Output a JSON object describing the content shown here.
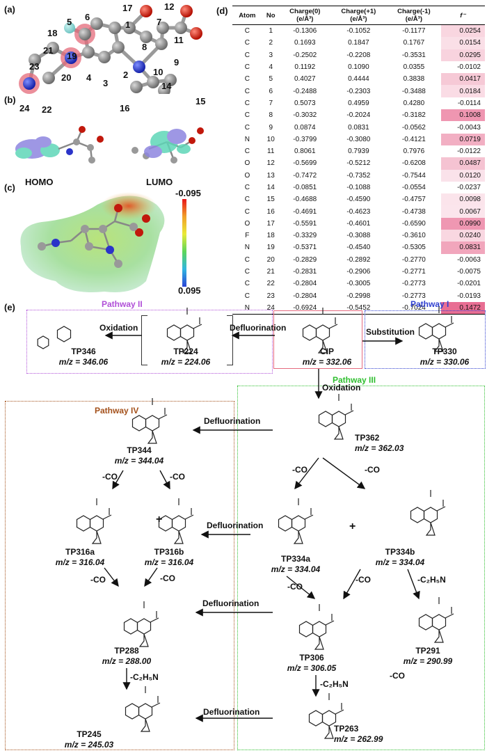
{
  "panels": {
    "a": "(a)",
    "b": "(b)",
    "c": "(c)",
    "d": "(d)",
    "e": "(e)"
  },
  "panel_a": {
    "atom_numbers": [
      "17",
      "12",
      "5",
      "1",
      "7",
      "6",
      "18",
      "8",
      "11",
      "9",
      "21",
      "19",
      "10",
      "4",
      "2",
      "23",
      "3",
      "20",
      "14",
      "15",
      "24",
      "22",
      "16"
    ]
  },
  "panel_b": {
    "homo": "HOMO",
    "lumo": "LUMO"
  },
  "panel_c": {
    "max": "-0.095",
    "min": "0.095"
  },
  "table": {
    "headers": [
      "Atom",
      "No",
      "Charge(0)\n(e/Å³)",
      "Charge(+1)\n(e/Å³)",
      "Charge(-1)\n(e/Å³)",
      "f⁻"
    ],
    "rows": [
      [
        "C",
        "1",
        "-0.1306",
        "-0.1052",
        "-0.1177",
        "0.0254"
      ],
      [
        "C",
        "2",
        "0.1693",
        "0.1847",
        "0.1767",
        "0.0154"
      ],
      [
        "C",
        "3",
        "-0.2502",
        "-0.2208",
        "-0.3531",
        "0.0295"
      ],
      [
        "C",
        "4",
        "0.1192",
        "0.1090",
        "0.0355",
        "-0.0102"
      ],
      [
        "C",
        "5",
        "0.4027",
        "0.4444",
        "0.3838",
        "0.0417"
      ],
      [
        "C",
        "6",
        "-0.2488",
        "-0.2303",
        "-0.3488",
        "0.0184"
      ],
      [
        "C",
        "7",
        "0.5073",
        "0.4959",
        "0.4280",
        "-0.0114"
      ],
      [
        "C",
        "8",
        "-0.3032",
        "-0.2024",
        "-0.3182",
        "0.1008"
      ],
      [
        "C",
        "9",
        "0.0874",
        "0.0831",
        "-0.0562",
        "-0.0043"
      ],
      [
        "N",
        "10",
        "-0.3799",
        "-0.3080",
        "-0.4121",
        "0.0719"
      ],
      [
        "C",
        "11",
        "0.8061",
        "0.7939",
        "0.7976",
        "-0.0122"
      ],
      [
        "O",
        "12",
        "-0.5699",
        "-0.5212",
        "-0.6208",
        "0.0487"
      ],
      [
        "O",
        "13",
        "-0.7472",
        "-0.7352",
        "-0.7544",
        "0.0120"
      ],
      [
        "C",
        "14",
        "-0.0851",
        "-0.1088",
        "-0.0554",
        "-0.0237"
      ],
      [
        "C",
        "15",
        "-0.4688",
        "-0.4590",
        "-0.4757",
        "0.0098"
      ],
      [
        "C",
        "16",
        "-0.4691",
        "-0.4623",
        "-0.4738",
        "0.0067"
      ],
      [
        "O",
        "17",
        "-0.5591",
        "-0.4601",
        "-0.6590",
        "0.0990"
      ],
      [
        "F",
        "18",
        "-0.3329",
        "-0.3088",
        "-0.3610",
        "0.0240"
      ],
      [
        "N",
        "19",
        "-0.5371",
        "-0.4540",
        "-0.5305",
        "0.0831"
      ],
      [
        "C",
        "20",
        "-0.2829",
        "-0.2892",
        "-0.2770",
        "-0.0063"
      ],
      [
        "C",
        "21",
        "-0.2831",
        "-0.2906",
        "-0.2771",
        "-0.0075"
      ],
      [
        "C",
        "22",
        "-0.2804",
        "-0.3005",
        "-0.2773",
        "-0.0201"
      ],
      [
        "C",
        "23",
        "-0.2804",
        "-0.2998",
        "-0.2773",
        "-0.0193"
      ],
      [
        "N",
        "24",
        "-0.6924",
        "-0.5452",
        "-0.7024",
        "0.1472"
      ]
    ]
  },
  "pathways": {
    "p1": "Pathway I",
    "p2": "Pathway II",
    "p3": "Pathway III",
    "p4": "Pathway IV",
    "p1_color": "#2f3fd0",
    "p2_color": "#b04fd8",
    "p3_color": "#2fbf2f",
    "p4_color": "#a3501a",
    "cip_color": "#e56a7f"
  },
  "compounds": {
    "cip": {
      "name": "CIP",
      "mz": "m/z = 332.06"
    },
    "tp330": {
      "name": "TP330",
      "mz": "m/z = 330.06"
    },
    "tp224": {
      "name": "TP224",
      "mz": "m/z = 224.06"
    },
    "tp346": {
      "name": "TP346",
      "mz": "m/z = 346.06"
    },
    "tp362": {
      "name": "TP362",
      "mz": "m/z = 362.03"
    },
    "tp344": {
      "name": "TP344",
      "mz": "m/z = 344.04"
    },
    "tp334a": {
      "name": "TP334a",
      "mz": "m/z = 334.04"
    },
    "tp334b": {
      "name": "TP334b",
      "mz": "m/z = 334.04"
    },
    "tp316a": {
      "name": "TP316a",
      "mz": "m/z = 316.04"
    },
    "tp316b": {
      "name": "TP316b",
      "mz": "m/z = 316.04"
    },
    "tp306": {
      "name": "TP306",
      "mz": "m/z = 306.05"
    },
    "tp291": {
      "name": "TP291",
      "mz": "m/z = 290.99"
    },
    "tp288": {
      "name": "TP288",
      "mz": "m/z = 288.00"
    },
    "tp263": {
      "name": "TP263",
      "mz": "m/z = 262.99"
    },
    "tp245": {
      "name": "TP245",
      "mz": "m/z = 245.03"
    }
  },
  "reactions": {
    "oxidation": "Oxidation",
    "defluorination": "Defluorination",
    "substitution": "Substitution",
    "minus_co": "-CO",
    "minus_c2h5n": "-C₂H₅N",
    "plus": "+"
  }
}
